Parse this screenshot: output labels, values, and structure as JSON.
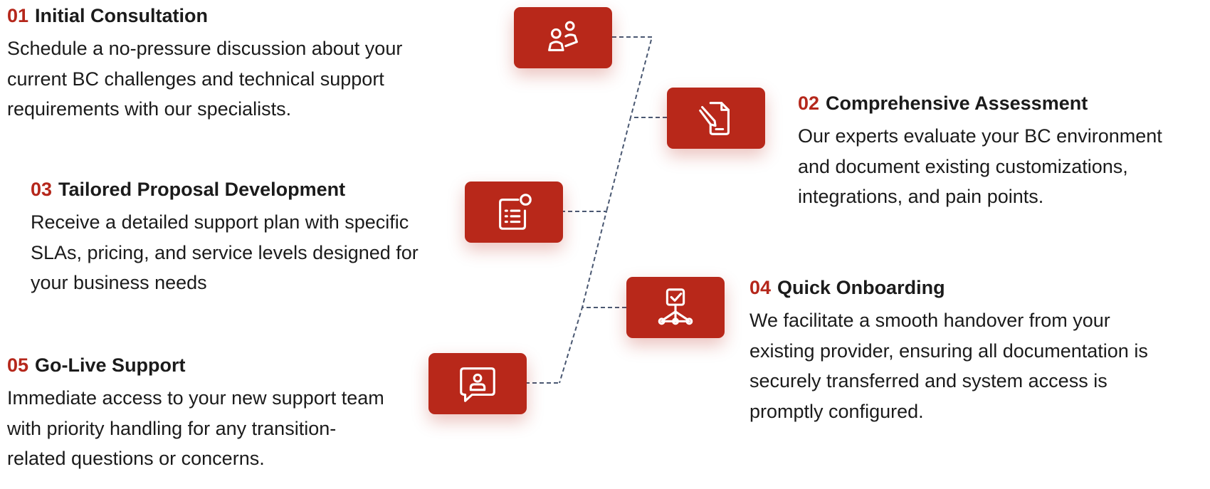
{
  "accent_color": "#b5271b",
  "tile_color": "#b8281a",
  "connector_color": "#4a5872",
  "steps": [
    {
      "number": "01",
      "title": "Initial Consultation",
      "lines": [
        "Schedule a no-pressure discussion about your",
        "current BC challenges and technical support",
        "requirements with our specialists."
      ],
      "icon": "people-icon"
    },
    {
      "number": "02",
      "title": "Comprehensive Assessment",
      "lines": [
        "Our experts evaluate your BC environment",
        "and document existing customizations,",
        "integrations, and pain points."
      ],
      "icon": "document-edit-icon"
    },
    {
      "number": "03",
      "title": "Tailored Proposal Development",
      "lines": [
        "Receive a detailed support plan with specific",
        "SLAs, pricing, and service levels designed for",
        "your business needs"
      ],
      "icon": "checklist-notification-icon"
    },
    {
      "number": "04",
      "title": "Quick Onboarding",
      "lines": [
        "We facilitate a smooth handover from your",
        "existing provider, ensuring all documentation is",
        "securely transferred and system access is",
        "promptly configured."
      ],
      "icon": "task-network-icon"
    },
    {
      "number": "05",
      "title": "Go-Live Support",
      "lines": [
        "Immediate access to your new support team",
        "with priority handling for any transition-",
        "related questions or concerns."
      ],
      "icon": "contact-support-icon"
    }
  ]
}
